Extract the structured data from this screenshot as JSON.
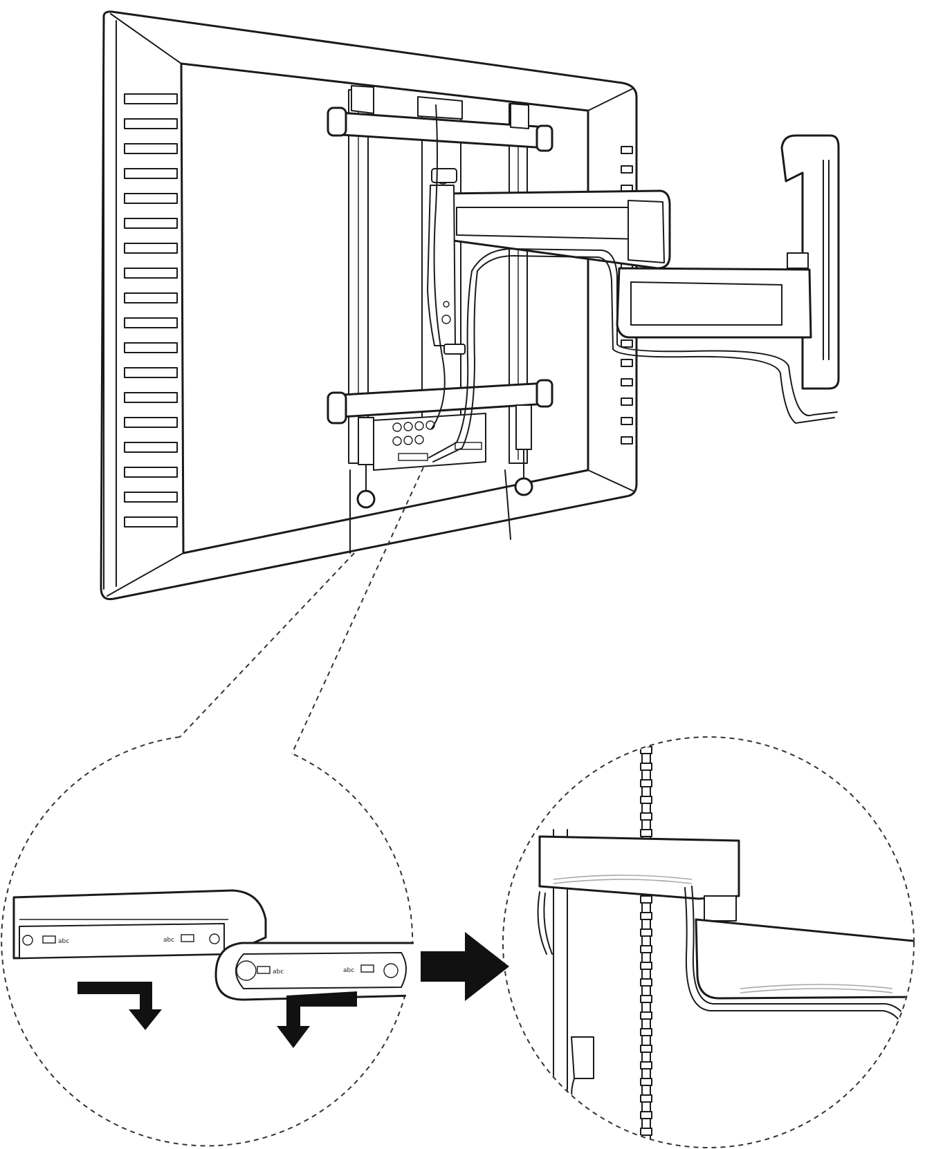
{
  "figure": {
    "overview": "tv-on-articulating-wall-mount-rear-view",
    "detail_left": "arm-cable-cover-removal",
    "detail_right": "cables-routed-under-arm",
    "transition": "right-arrow"
  },
  "colors": {
    "line": "#1a1a1a",
    "background": "#ffffff",
    "dashed_callout": "#333333",
    "grey_cable_hint": "#a8a8a8"
  },
  "icons": {
    "direction_arrows": [
      "l-shaped-arrow-down",
      "l-shaped-arrow-down"
    ],
    "transition_arrow": "right-arrow"
  }
}
